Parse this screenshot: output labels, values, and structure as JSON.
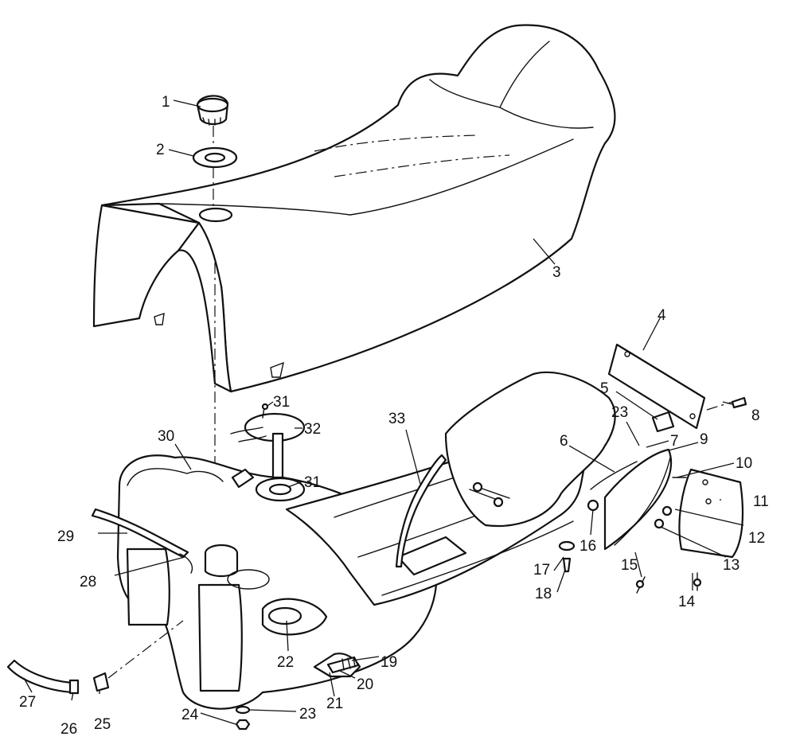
{
  "callouts": [
    {
      "id": "c1",
      "label": "1"
    },
    {
      "id": "c2",
      "label": "2"
    },
    {
      "id": "c3",
      "label": "3"
    },
    {
      "id": "c4",
      "label": "4"
    },
    {
      "id": "c5",
      "label": "5"
    },
    {
      "id": "c6",
      "label": "6"
    },
    {
      "id": "c7",
      "label": "7"
    },
    {
      "id": "c8",
      "label": "8"
    },
    {
      "id": "c9",
      "label": "9"
    },
    {
      "id": "c10",
      "label": "10"
    },
    {
      "id": "c11",
      "label": "11"
    },
    {
      "id": "c12",
      "label": "12"
    },
    {
      "id": "c13",
      "label": "13"
    },
    {
      "id": "c14",
      "label": "14"
    },
    {
      "id": "c15",
      "label": "15"
    },
    {
      "id": "c16",
      "label": "16"
    },
    {
      "id": "c17",
      "label": "17"
    },
    {
      "id": "c18",
      "label": "18"
    },
    {
      "id": "c19",
      "label": "19"
    },
    {
      "id": "c20",
      "label": "20"
    },
    {
      "id": "c21",
      "label": "21"
    },
    {
      "id": "c22",
      "label": "22"
    },
    {
      "id": "c23a",
      "label": "23"
    },
    {
      "id": "c23b",
      "label": "23"
    },
    {
      "id": "c24",
      "label": "24"
    },
    {
      "id": "c25",
      "label": "25"
    },
    {
      "id": "c26",
      "label": "26"
    },
    {
      "id": "c27",
      "label": "27"
    },
    {
      "id": "c28",
      "label": "28"
    },
    {
      "id": "c29",
      "label": "29"
    },
    {
      "id": "c30",
      "label": "30"
    },
    {
      "id": "c31a",
      "label": "31"
    },
    {
      "id": "c31b",
      "label": "31"
    },
    {
      "id": "c32",
      "label": "32"
    },
    {
      "id": "c33",
      "label": "33"
    }
  ]
}
